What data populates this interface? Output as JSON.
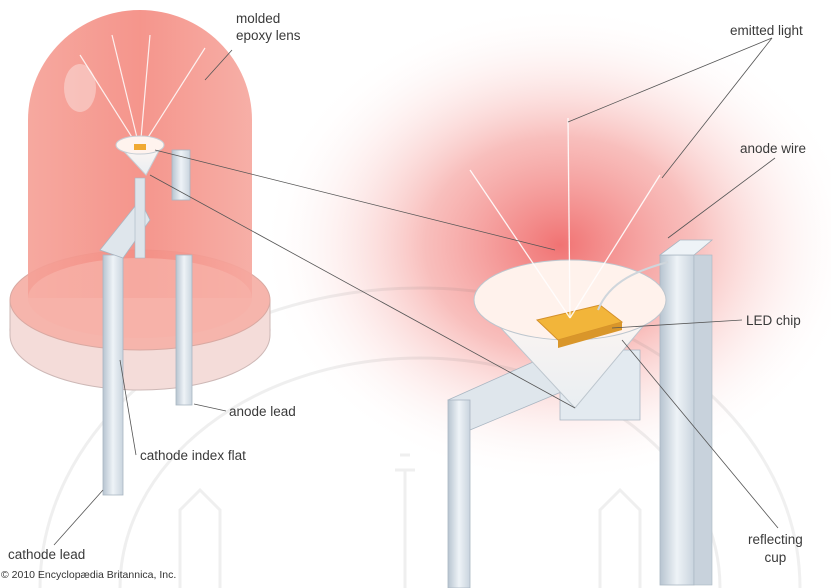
{
  "labels": {
    "molded_epoxy_lens": [
      "molded",
      "epoxy lens"
    ],
    "emitted_light": "emitted light",
    "anode_wire": "anode wire",
    "led_chip": "LED chip",
    "anode_lead": "anode lead",
    "cathode_index_flat": "cathode index flat",
    "cathode_lead": "cathode lead",
    "reflecting_cup": [
      "reflecting",
      "cup"
    ]
  },
  "copyright": "© 2010 Encyclopædia Britannica, Inc.",
  "colors": {
    "glow": "#f26d6d",
    "lens": "#f7a39a",
    "metal": "#dde6ee",
    "chip": "#f2b53a",
    "label_text": "#3a3a3a",
    "leader_line": "#555555"
  }
}
